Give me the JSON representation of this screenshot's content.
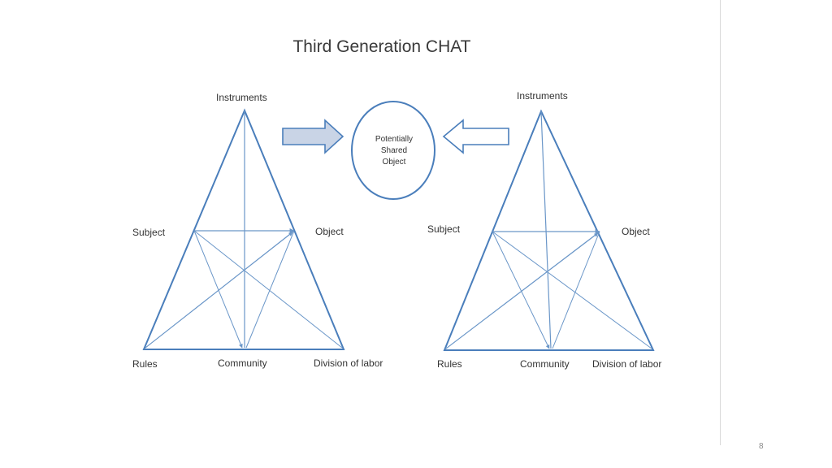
{
  "slide": {
    "title": "Third Generation CHAT",
    "page_number": "8"
  },
  "left_triangle": {
    "instruments": "Instruments",
    "subject": "Subject",
    "object": "Object",
    "rules": "Rules",
    "community": "Community",
    "division_of_labor": "Division of labor"
  },
  "right_triangle": {
    "instruments": "Instruments",
    "subject": "Subject",
    "object": "Object",
    "rules": "Rules",
    "community": "Community",
    "division_of_labor": "Division of labor"
  },
  "shared_object": {
    "line1": "Potentially",
    "line2": "Shared",
    "line3": "Object"
  },
  "colors": {
    "line": "#4a7ebb",
    "arrow_fill": "#c9d4e6",
    "background": "#ffffff"
  }
}
